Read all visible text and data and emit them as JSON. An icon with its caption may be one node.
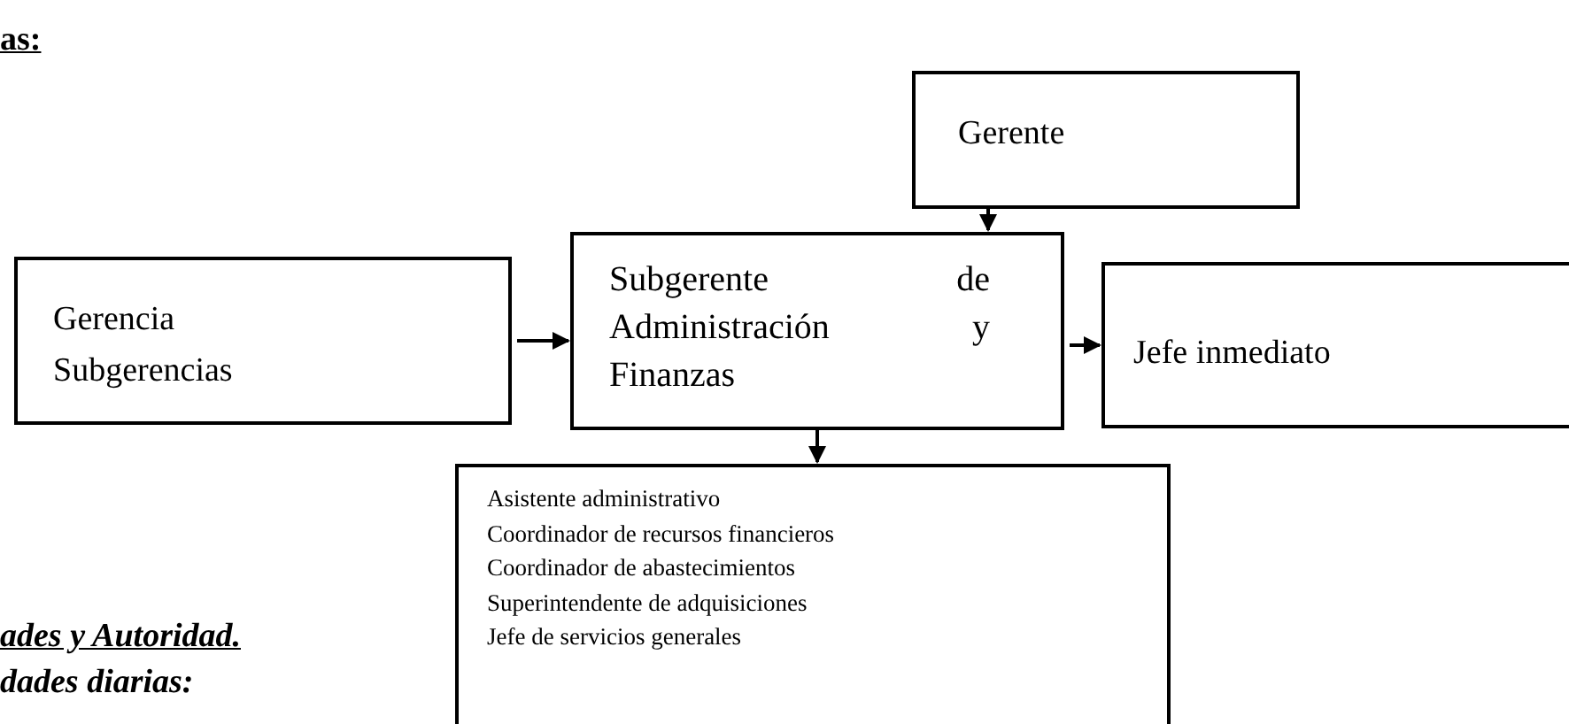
{
  "diagram": {
    "nodes": [
      {
        "text": [
          "Gerente"
        ]
      },
      {
        "text": [
          "Gerencia Subgerencias"
        ]
      },
      {
        "text": [
          "Subgerente de Administración y Finanzas"
        ]
      },
      {
        "text": [
          "Jefe inmediato"
        ]
      },
      {
        "text": [
          "Asistente administrativo",
          "Coordinador de recursos financieros",
          "Coordinador de abastecimientos",
          "Superintendente de adquisiciones",
          "Jefe de servicios generales"
        ]
      }
    ],
    "edges": [
      {
        "from": 0,
        "to": 2,
        "arrow": "to"
      },
      {
        "from": 1,
        "to": 2,
        "arrow": "to"
      },
      {
        "from": 2,
        "to": 3,
        "arrow": "to"
      },
      {
        "from": 2,
        "to": 4,
        "arrow": "to"
      }
    ],
    "labels": [
      "as:",
      "ades y Autoridad.",
      "dades diarias:"
    ]
  }
}
